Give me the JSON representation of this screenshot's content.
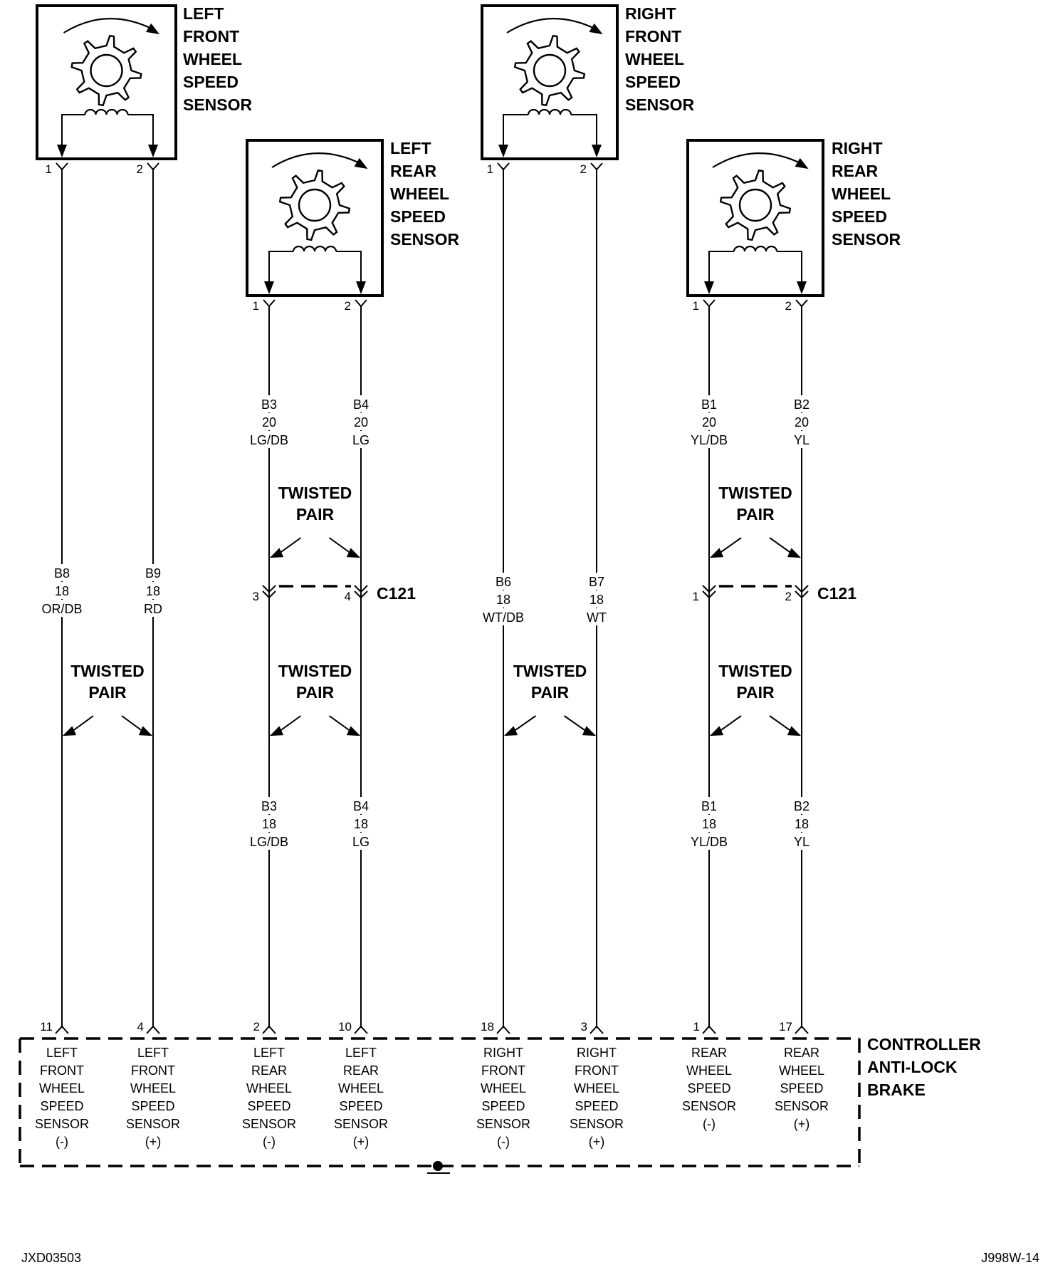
{
  "sensors": [
    {
      "id": "lf",
      "name": [
        "LEFT",
        "FRONT",
        "WHEEL",
        "SPEED",
        "SENSOR"
      ],
      "pins": [
        "1",
        "2"
      ]
    },
    {
      "id": "lr",
      "name": [
        "LEFT",
        "REAR",
        "WHEEL",
        "SPEED",
        "SENSOR"
      ],
      "pins": [
        "1",
        "2"
      ]
    },
    {
      "id": "rf",
      "name": [
        "RIGHT",
        "FRONT",
        "WHEEL",
        "SPEED",
        "SENSOR"
      ],
      "pins": [
        "1",
        "2"
      ]
    },
    {
      "id": "rr",
      "name": [
        "RIGHT",
        "REAR",
        "WHEEL",
        "SPEED",
        "SENSOR"
      ],
      "pins": [
        "1",
        "2"
      ]
    }
  ],
  "twisted_pair_label": [
    "TWISTED",
    "PAIR"
  ],
  "connector": {
    "name": "C121",
    "left_pins": [
      "3",
      "4"
    ],
    "right_pins": [
      "1",
      "2"
    ]
  },
  "circuits": {
    "lr_upper": [
      [
        "B3",
        "20",
        "LG/DB"
      ],
      [
        "B4",
        "20",
        "LG"
      ]
    ],
    "rr_upper": [
      [
        "B1",
        "20",
        "YL/DB"
      ],
      [
        "B2",
        "20",
        "YL"
      ]
    ],
    "lf": [
      [
        "B8",
        "18",
        "OR/DB"
      ],
      [
        "B9",
        "18",
        "RD"
      ]
    ],
    "rf": [
      [
        "B6",
        "18",
        "WT/DB"
      ],
      [
        "B7",
        "18",
        "WT"
      ]
    ],
    "lr_lower": [
      [
        "B3",
        "18",
        "LG/DB"
      ],
      [
        "B4",
        "18",
        "LG"
      ]
    ],
    "rr_lower": [
      [
        "B1",
        "18",
        "YL/DB"
      ],
      [
        "B2",
        "18",
        "YL"
      ]
    ]
  },
  "controller": {
    "name": [
      "CONTROLLER",
      "ANTI-LOCK",
      "BRAKE"
    ],
    "pins": [
      {
        "num": "11",
        "label": [
          "LEFT",
          "FRONT",
          "WHEEL",
          "SPEED",
          "SENSOR",
          "(-)"
        ]
      },
      {
        "num": "4",
        "label": [
          "LEFT",
          "FRONT",
          "WHEEL",
          "SPEED",
          "SENSOR",
          "(+)"
        ]
      },
      {
        "num": "2",
        "label": [
          "LEFT",
          "REAR",
          "WHEEL",
          "SPEED",
          "SENSOR",
          "(-)"
        ]
      },
      {
        "num": "10",
        "label": [
          "LEFT",
          "REAR",
          "WHEEL",
          "SPEED",
          "SENSOR",
          "(+)"
        ]
      },
      {
        "num": "18",
        "label": [
          "RIGHT",
          "FRONT",
          "WHEEL",
          "SPEED",
          "SENSOR",
          "(-)"
        ]
      },
      {
        "num": "3",
        "label": [
          "RIGHT",
          "FRONT",
          "WHEEL",
          "SPEED",
          "SENSOR",
          "(+)"
        ]
      },
      {
        "num": "1",
        "label": [
          "REAR",
          "WHEEL",
          "SPEED",
          "SENSOR",
          "(-)"
        ]
      },
      {
        "num": "17",
        "label": [
          "REAR",
          "WHEEL",
          "SPEED",
          "SENSOR",
          "(+)"
        ]
      }
    ]
  },
  "footer": {
    "left": "JXD03503",
    "right": "J998W-14"
  }
}
